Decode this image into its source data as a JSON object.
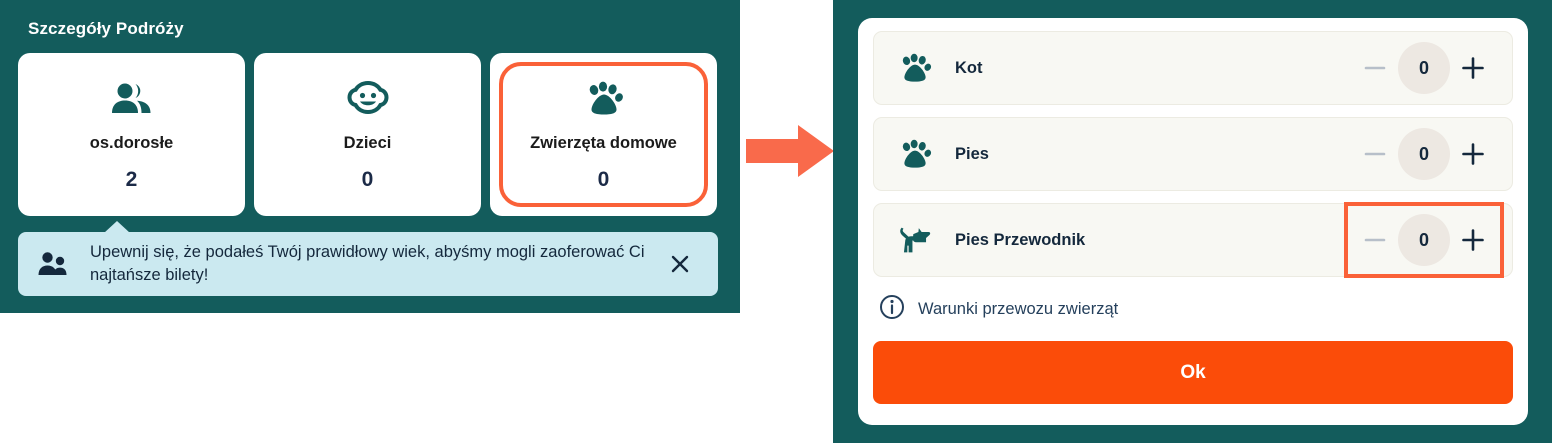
{
  "colors": {
    "panel_teal": "#135C5C",
    "highlight_orange": "#FA6138",
    "cta_orange": "#FB4C09",
    "banner_blue": "#CBE9F0",
    "row_beige": "#F8F8F3",
    "badge_beige": "#EDE8E2",
    "text_navy": "#14283c",
    "icon_teal": "#135C5C"
  },
  "left_panel": {
    "title": "Szczegóły Podróży",
    "cards": [
      {
        "icon": "adults-icon",
        "label": "os.dorosłe",
        "value": "2",
        "highlighted": false
      },
      {
        "icon": "child-face-icon",
        "label": "Dzieci",
        "value": "0",
        "highlighted": false
      },
      {
        "icon": "paw-icon",
        "label": "Zwierzęta domowe",
        "value": "0",
        "highlighted": true
      }
    ],
    "banner": {
      "icon": "people-icon",
      "text": "Upewnij się, że podałeś Twój prawidłowy wiek, abyśmy mogli zaoferować Ci najtańsze bilety!",
      "close_icon": "close-icon"
    }
  },
  "arrow": {
    "icon": "right-arrow-icon",
    "color": "#F96A4B"
  },
  "right_panel": {
    "pet_rows": [
      {
        "icon": "paw-icon",
        "label": "Kot",
        "value": "0",
        "minus": "−",
        "plus": "+",
        "highlighted": false
      },
      {
        "icon": "paw-icon",
        "label": "Pies",
        "value": "0",
        "minus": "−",
        "plus": "+",
        "highlighted": false
      },
      {
        "icon": "guide-dog-icon",
        "label": "Pies Przewodnik",
        "value": "0",
        "minus": "−",
        "plus": "+",
        "highlighted": true
      }
    ],
    "terms": {
      "icon": "info-icon",
      "label": "Warunki przewozu zwierząt"
    },
    "confirm_button": "Ok"
  }
}
